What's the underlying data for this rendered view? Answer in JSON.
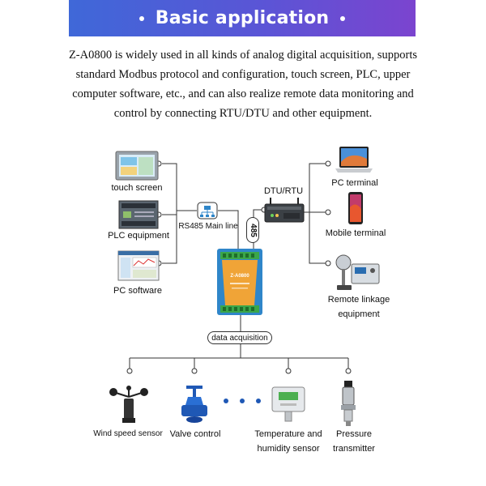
{
  "header": {
    "title": "Basic application"
  },
  "intro": {
    "text": "Z-A0800 is widely used in all kinds of analog digital acquisition, supports standard Modbus protocol and configuration, touch screen, PLC, upper computer software, etc., and can also realize remote data monitoring and control by connecting RTU/DTU and other equipment."
  },
  "left_devices": {
    "touch_screen": "touch screen",
    "plc": "PLC equipment",
    "pc_software": "PC software"
  },
  "bus": {
    "rs485_label": "RS485 Main line",
    "rs485_tag": "485",
    "dtu_label": "DTU/RTU"
  },
  "module": {
    "model": "Z-A0800"
  },
  "right_devices": {
    "pc_terminal": "PC terminal",
    "mobile_terminal": "Mobile terminal",
    "remote_line1": "Remote linkage",
    "remote_line2": "equipment"
  },
  "acquisition": {
    "label": "data acquisition"
  },
  "sensors": {
    "wind": "Wind speed sensor",
    "valve": "Valve control",
    "temp_line1": "Temperature and",
    "temp_line2": "humidity sensor",
    "pressure_line1": "Pressure",
    "pressure_line2": "transmitter"
  },
  "colors": {
    "banner_start": "#3f68d8",
    "banner_end": "#7b44cf",
    "module_body": "#f0a437",
    "module_side": "#2f86c9",
    "wire": "#333333"
  }
}
